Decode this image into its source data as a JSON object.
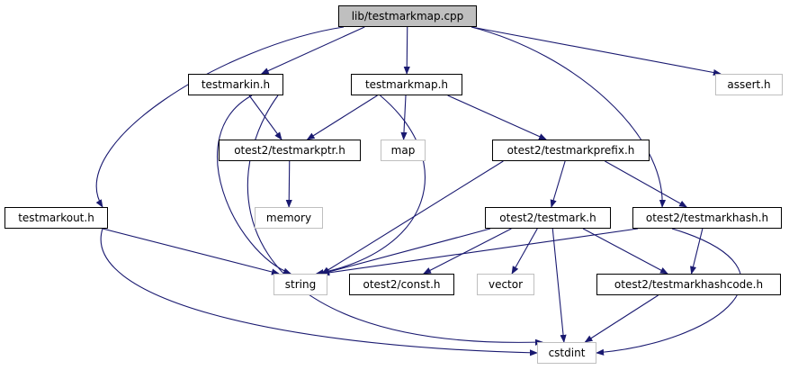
{
  "graph": {
    "edge_color": "#191970",
    "root_fill": "#bfbfbf",
    "external_border": "#bfbfbf",
    "nodes": {
      "testmarkmap_cpp": "lib/testmarkmap.cpp",
      "testmarkin_h": "testmarkin.h",
      "testmarkmap_h": "testmarkmap.h",
      "assert_h": "assert.h",
      "testmarkptr_h": "otest2/testmarkptr.h",
      "map": "map",
      "testmarkprefix_h": "otest2/testmarkprefix.h",
      "memory": "memory",
      "testmarkout_h": "testmarkout.h",
      "testmark_h": "otest2/testmark.h",
      "testmarkhash_h": "otest2/testmarkhash.h",
      "string": "string",
      "const_h": "otest2/const.h",
      "vector": "vector",
      "testmarkhashcode_h": "otest2/testmarkhashcode.h",
      "cstdint": "cstdint"
    },
    "edges": [
      [
        "testmarkmap_cpp",
        "testmarkin_h"
      ],
      [
        "testmarkmap_cpp",
        "testmarkmap_h"
      ],
      [
        "testmarkmap_cpp",
        "assert_h"
      ],
      [
        "testmarkmap_cpp",
        "testmarkout_h"
      ],
      [
        "testmarkmap_cpp",
        "testmarkhash_h"
      ],
      [
        "testmarkin_h",
        "testmarkptr_h"
      ],
      [
        "testmarkin_h",
        "string"
      ],
      [
        "testmarkin_h",
        "cstdint"
      ],
      [
        "testmarkmap_h",
        "testmarkptr_h"
      ],
      [
        "testmarkmap_h",
        "map"
      ],
      [
        "testmarkmap_h",
        "testmarkprefix_h"
      ],
      [
        "testmarkmap_h",
        "string"
      ],
      [
        "testmarkptr_h",
        "memory"
      ],
      [
        "testmarkprefix_h",
        "testmark_h"
      ],
      [
        "testmarkprefix_h",
        "testmarkhash_h"
      ],
      [
        "testmarkprefix_h",
        "string"
      ],
      [
        "testmarkout_h",
        "string"
      ],
      [
        "testmarkout_h",
        "cstdint"
      ],
      [
        "testmark_h",
        "string"
      ],
      [
        "testmark_h",
        "const_h"
      ],
      [
        "testmark_h",
        "vector"
      ],
      [
        "testmark_h",
        "testmarkhashcode_h"
      ],
      [
        "testmark_h",
        "cstdint"
      ],
      [
        "testmarkhash_h",
        "string"
      ],
      [
        "testmarkhash_h",
        "testmarkhashcode_h"
      ],
      [
        "testmarkhash_h",
        "cstdint"
      ],
      [
        "testmarkhashcode_h",
        "cstdint"
      ]
    ]
  }
}
